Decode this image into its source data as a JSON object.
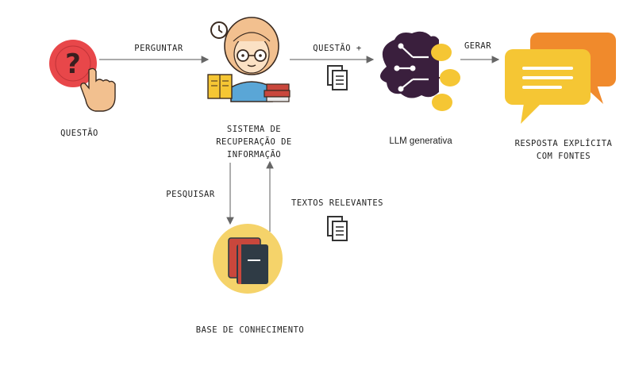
{
  "nodes": {
    "question": "QUESTÃO",
    "retrieval_system": [
      "SISTEMA DE",
      "RECUPERAÇÃO DE",
      "INFORMAÇÃO"
    ],
    "llm": "LLM generativa",
    "answer": [
      "RESPOSTA EXPLÍCITA",
      "COM FONTES"
    ],
    "knowledge_base": "BASE DE CONHECIMENTO"
  },
  "edges": {
    "ask": "PERGUNTAR",
    "question_plus": "QUESTÃO +",
    "generate": "GERAR",
    "search": "PESQUISAR",
    "relevant_texts": "TEXTOS RELEVANTES"
  },
  "colors": {
    "question_icon": "#e8474a",
    "hand": "#f2c08f",
    "brain": "#3a1f3d",
    "coin": "#f5c634",
    "bubble_front": "#f5c634",
    "bubble_back": "#f08a2c",
    "book": "#2f3b45",
    "book_red": "#c9473c",
    "kb_circle": "#f5d36a",
    "person_hair": "#f2c08f",
    "person_shirt": "#5aa6d6"
  }
}
